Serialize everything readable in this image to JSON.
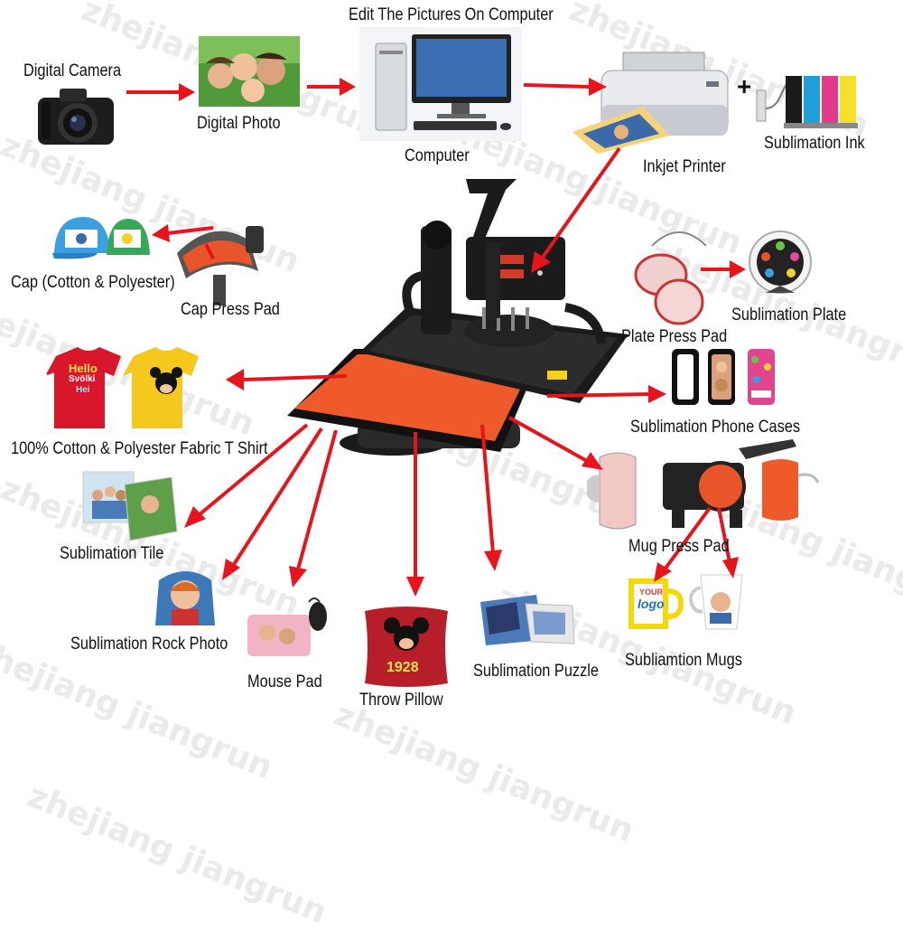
{
  "labels": {
    "edit_pictures": "Edit The Pictures On Computer",
    "digital_camera": "Digital Camera",
    "digital_photo": "Digital Photo",
    "computer": "Computer",
    "inkjet_printer": "Inkjet Printer",
    "sublimation_ink": "Sublimation Ink",
    "plus": "+",
    "cap": "Cap (Cotton & Polyester)",
    "cap_press_pad": "Cap Press Pad",
    "sublimation_plate": "Sublimation Plate",
    "plate_press_pad": "Plate Press Pad",
    "t_shirt": "100% Cotton & Polyester Fabric T Shirt",
    "phone_cases": "Sublimation Phone Cases",
    "tile": "Sublimation Tile",
    "mug_press_pad": "Mug Press Pad",
    "rock_photo": "Sublimation Rock Photo",
    "mouse_pad": "Mouse Pad",
    "throw_pillow": "Throw Pillow",
    "puzzle": "Sublimation Puzzle",
    "mugs": "Subliamtion Mugs"
  },
  "watermark": "zhejiang jiangrun",
  "shirt_text": {
    "line1": "Hello",
    "line2": "Svölki",
    "line3": "Hei"
  },
  "pillow_text": "1928",
  "mug_text": {
    "line1": "YOUR",
    "line2": "logo"
  },
  "colors": {
    "arrow": "#e8141c",
    "platen": "#ee5a2a",
    "machine": "#1b1b1b"
  }
}
